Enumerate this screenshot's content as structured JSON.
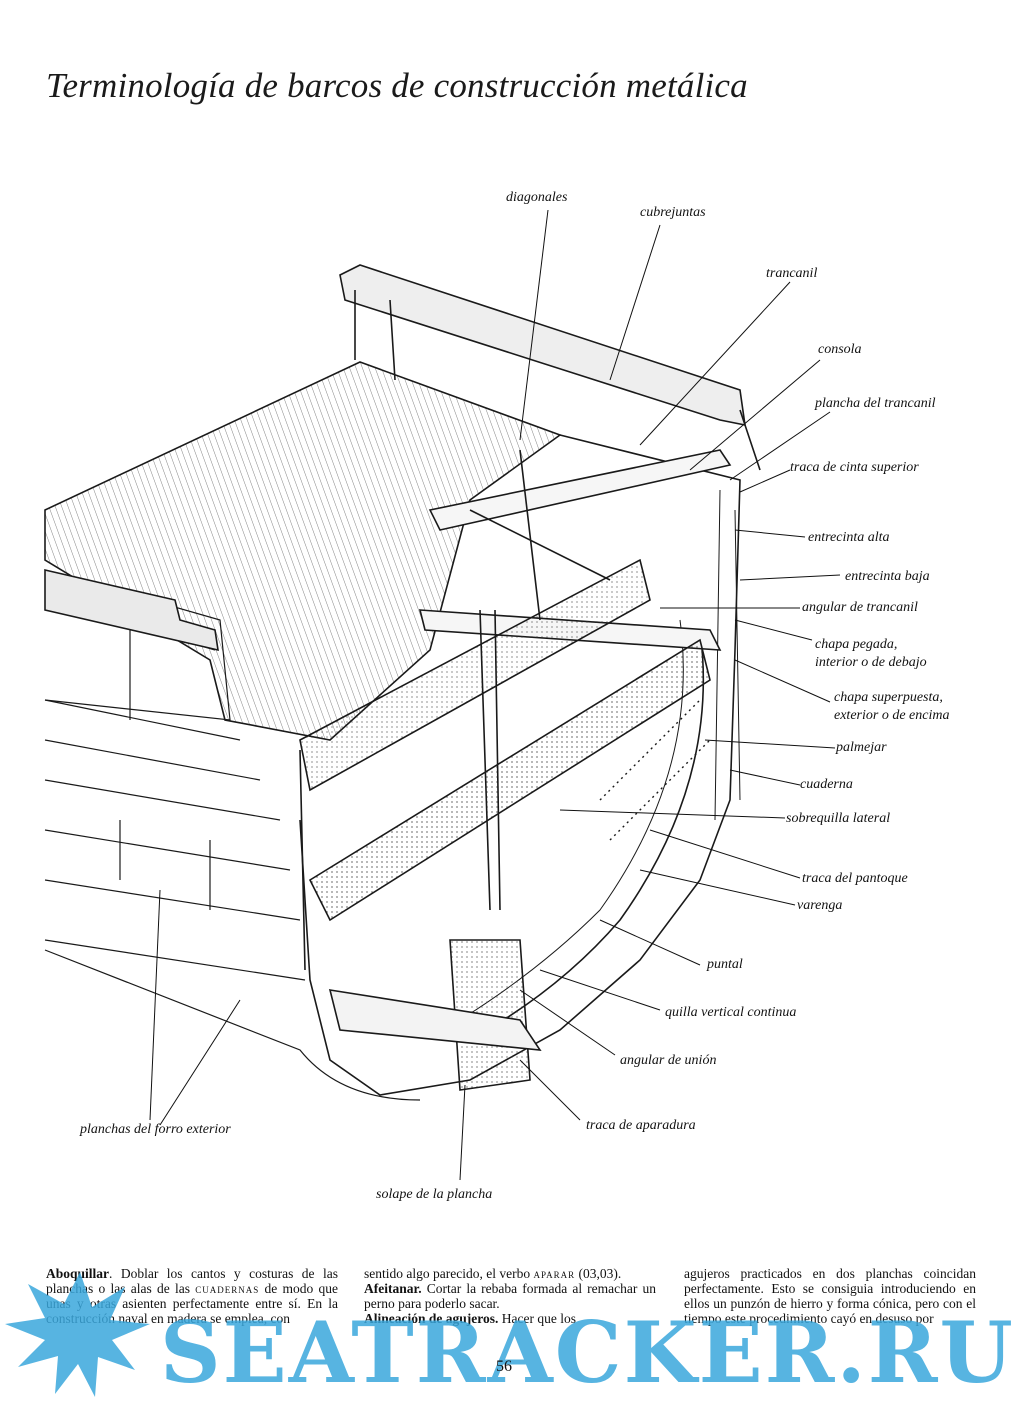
{
  "page": {
    "title": "Terminología de barcos de construcción metálica",
    "page_number": "56"
  },
  "figure": {
    "labels": {
      "diagonales": "diagonales",
      "cubrejuntas": "cubrejuntas",
      "trancanil": "trancanil",
      "consola": "consola",
      "plancha_trancanil": "plancha del trancanil",
      "traca_cinta": "traca de cinta superior",
      "entrecinta_alta": "entrecinta alta",
      "entrecinta_baja": "entrecinta baja",
      "angular_trancanil": "angular de trancanil",
      "chapa_pegada_1": "chapa pegada,",
      "chapa_pegada_2": "interior o de debajo",
      "chapa_superpuesta_1": "chapa superpuesta,",
      "chapa_superpuesta_2": "exterior o de encima",
      "palmejar": "palmejar",
      "cuaderna": "cuaderna",
      "sobrequilla": "sobrequilla lateral",
      "traca_pantoque": "traca del pantoque",
      "varenga": "varenga",
      "puntal": "puntal",
      "quilla": "quilla vertical continua",
      "angular_union": "angular de unión",
      "traca_aparadura": "traca de aparadura",
      "solape": "solape de la plancha",
      "planchas_forro": "planchas del forro exterior"
    }
  },
  "text_columns": {
    "col1": {
      "term": "Aboquillar",
      "text_a": ". Doblar los cantos y costuras de las planchas o las alas de las ",
      "ref": "cuadernas",
      "text_b": " de modo que unas y otras asienten perfectamente entre sí. En la construcción naval en madera se emplea, con"
    },
    "col2": {
      "text_a": "sentido algo parecido, el verbo ",
      "ref": "aparar",
      "text_b": " (03,03).",
      "term2": "Afeitanar.",
      "text_c": " Cortar la rebaba formada al remachar un perno para poderlo sacar.",
      "term3": "Alineación de agujeros.",
      "text_d": " Hacer que los"
    },
    "col3": {
      "text": "agujeros practicados en dos planchas coincidan perfectamente. Esto se consiguia introduciendo en ellos un punzón de hierro y forma cónica, pero con el tiempo este procedimiento cayó en desuso por"
    }
  },
  "watermark": {
    "text": "SEATRACKER.RU",
    "color": "#3aa7dc"
  }
}
